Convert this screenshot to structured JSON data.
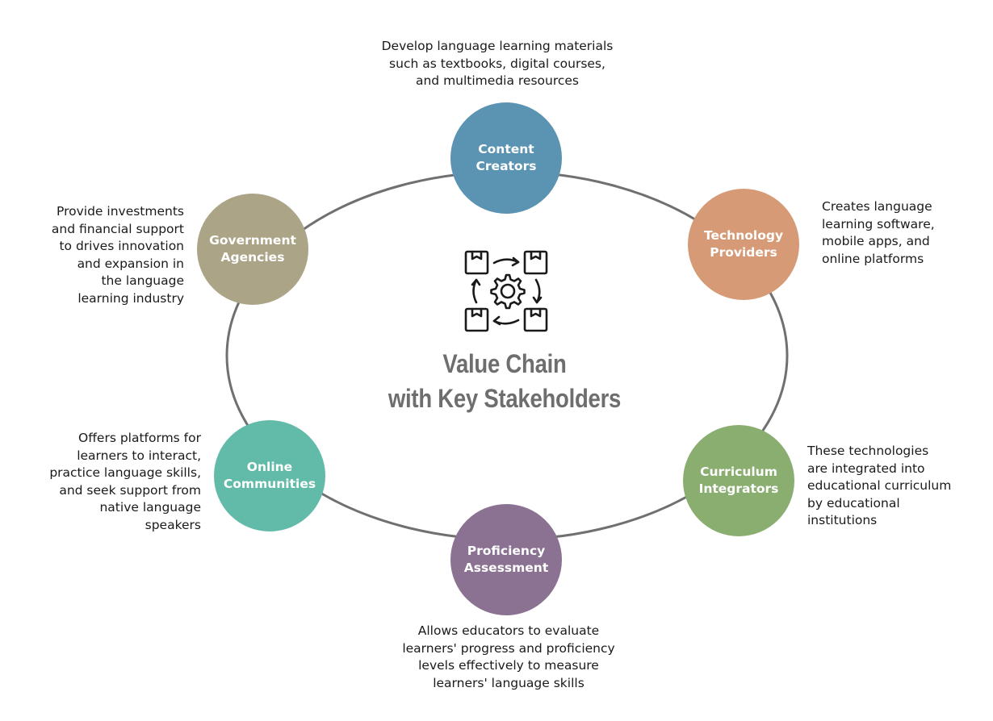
{
  "title": "Value Chain\nwith Key Stakeholders",
  "colors": {
    "ring": "#707070",
    "title": "#6e6e6e",
    "content_creators": "#5b93b2",
    "technology_providers": "#d69a76",
    "curriculum_integrators": "#8aad70",
    "proficiency_assessment": "#8b7292",
    "online_communities": "#62bba8",
    "government_agencies": "#aba487"
  },
  "icon": "value-chain-gear-boxes-icon",
  "stakeholders": {
    "content_creators": {
      "label": "Content\nCreators",
      "description": "Develop language learning materials\nsuch as textbooks, digital courses,\nand multimedia resources"
    },
    "technology_providers": {
      "label": "Technology\nProviders",
      "description": "Creates language\nlearning software,\nmobile apps, and\nonline platforms"
    },
    "curriculum_integrators": {
      "label": "Curriculum\nIntegrators",
      "description": "These technologies\nare integrated into\neducational curriculum\nby educational\ninstitutions"
    },
    "proficiency_assessment": {
      "label": "Proficiency\nAssessment",
      "description": "Allows educators to evaluate\nlearners' progress and proficiency\nlevels effectively to measure\nlearners' language skills"
    },
    "online_communities": {
      "label": "Online\nCommunities",
      "description": "Offers platforms for\nlearners to interact,\npractice language skills,\nand seek support from\nnative language\nspeakers"
    },
    "government_agencies": {
      "label": "Government\nAgencies",
      "description": "Provide investments\nand financial support\nto drives innovation\nand expansion in\nthe language\nlearning industry"
    }
  }
}
